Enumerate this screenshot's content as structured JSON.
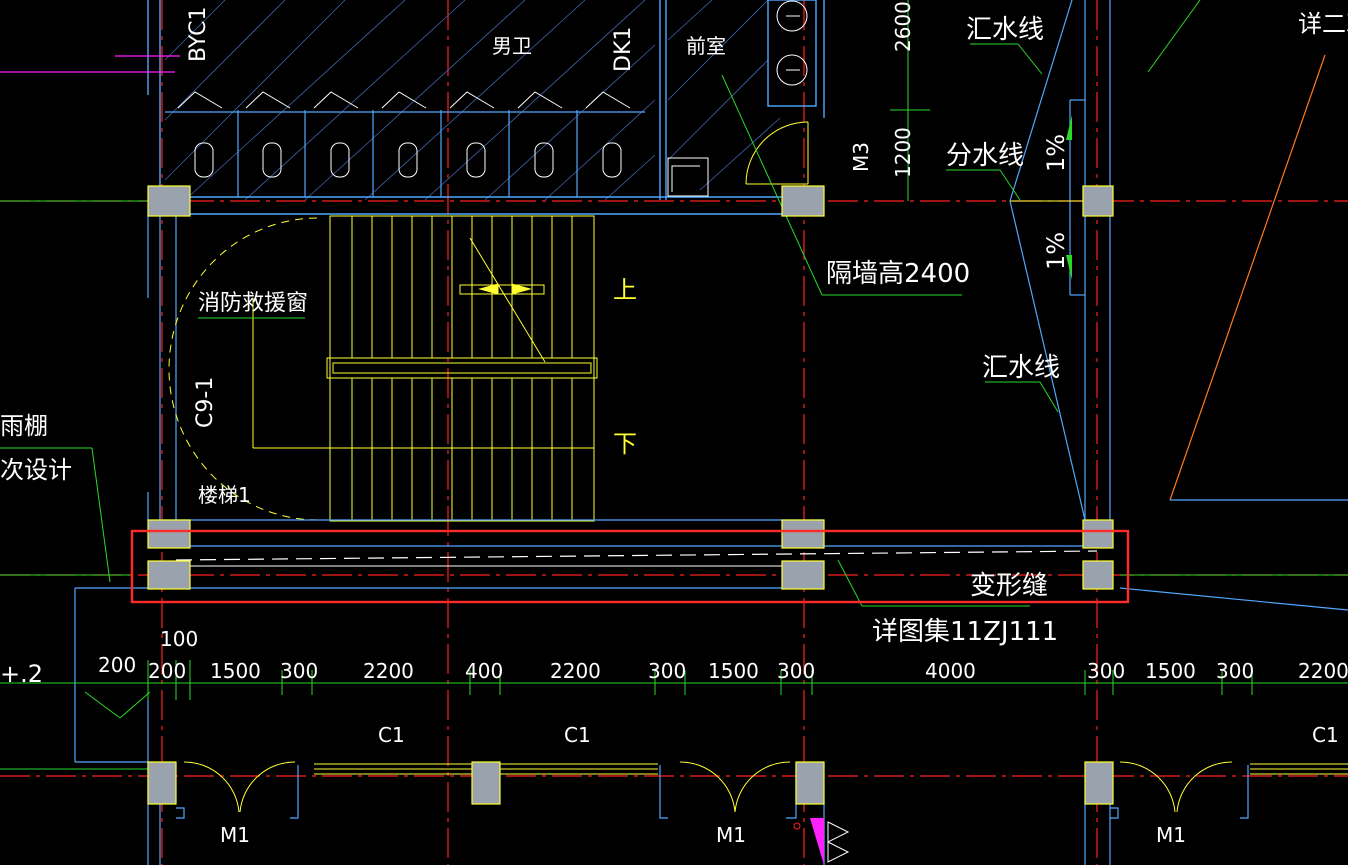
{
  "colors": {
    "background": "#000000",
    "wall": "#4fa8ff",
    "axis": "#ff2020",
    "dim": "#29d829",
    "stair": "#ffff33",
    "text": "#ffffff",
    "column": "#9aa3ad",
    "highlight": "#ff2a2a",
    "magenta": "#ff22ff",
    "orange": "#ff7a1a"
  },
  "rooms": {
    "mens_toilet": "男卫",
    "anteroom": "前室"
  },
  "labels": {
    "byc": "BYC1",
    "dk": "DK1",
    "dim_2600": "2600",
    "dim_1200": "1200",
    "m3": "M3",
    "huishui_1": "汇水线",
    "fenshui": "分水线",
    "huishui_2": "汇水线",
    "slope_1": "1%",
    "slope_2": "1%",
    "partition": "隔墙高2400",
    "rescue_window": "消防救援窗",
    "window_c9": "C9-1",
    "stair_up": "上",
    "stair_down": "下",
    "stair_name": "楼梯1",
    "canopy_1": "雨棚",
    "canopy_2": "次设计",
    "detail_top": "详二次",
    "expansion_joint": "变形缝",
    "detail_ref": "详图集11ZJ111",
    "elev": "+.2",
    "dim_100": "100",
    "dim_200": "200",
    "window_c1": [
      "C1",
      "C1",
      "C1"
    ],
    "door_m1": [
      "M1",
      "M1",
      "M1"
    ]
  },
  "dimension_row": [
    "200",
    "1500",
    "300",
    "2200",
    "400",
    "2200",
    "300",
    "1500",
    "300",
    "4000",
    "300",
    "1500",
    "300",
    "2200"
  ]
}
